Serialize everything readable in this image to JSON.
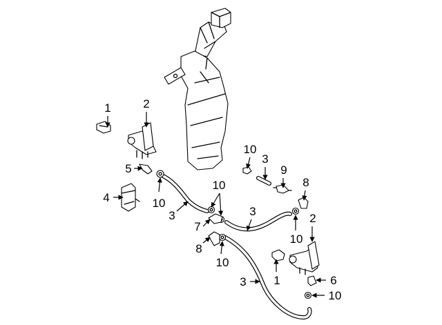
{
  "diagram": {
    "labels": [
      {
        "id": "l1a",
        "text": "1"
      },
      {
        "id": "l2a",
        "text": "2"
      },
      {
        "id": "l10a",
        "text": "10"
      },
      {
        "id": "l3a",
        "text": "3"
      },
      {
        "id": "l9",
        "text": "9"
      },
      {
        "id": "l8a",
        "text": "8"
      },
      {
        "id": "l5",
        "text": "5"
      },
      {
        "id": "l10b",
        "text": "10"
      },
      {
        "id": "l4",
        "text": "4"
      },
      {
        "id": "l10c",
        "text": "10"
      },
      {
        "id": "l3b",
        "text": "3"
      },
      {
        "id": "l3c",
        "text": "3"
      },
      {
        "id": "l7",
        "text": "7"
      },
      {
        "id": "l2b",
        "text": "2"
      },
      {
        "id": "l10d",
        "text": "10"
      },
      {
        "id": "l8b",
        "text": "8"
      },
      {
        "id": "l10e",
        "text": "10"
      },
      {
        "id": "l1b",
        "text": "1"
      },
      {
        "id": "l3d",
        "text": "3"
      },
      {
        "id": "l6",
        "text": "6"
      },
      {
        "id": "l10f",
        "text": "10"
      }
    ]
  }
}
